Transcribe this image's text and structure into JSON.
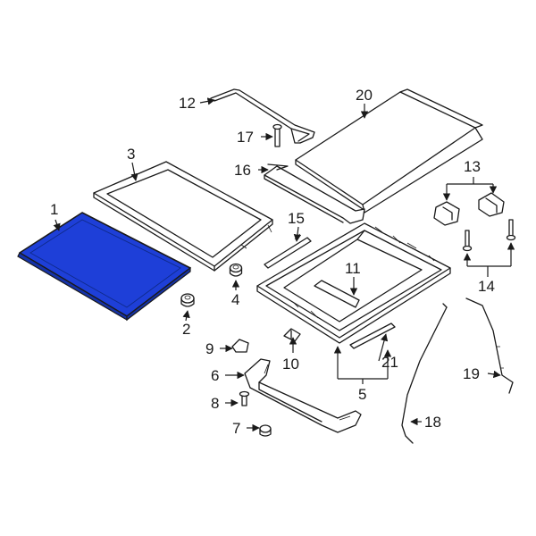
{
  "highlight_color": "#1e3fd8",
  "callouts": {
    "c1": "1",
    "c2": "2",
    "c3": "3",
    "c4": "4",
    "c5": "5",
    "c6": "6",
    "c7": "7",
    "c8": "8",
    "c9": "9",
    "c10": "10",
    "c11": "11",
    "c12": "12",
    "c13": "13",
    "c14": "14",
    "c15": "15",
    "c16": "16",
    "c17": "17",
    "c18": "18",
    "c19": "19",
    "c20": "20",
    "c21": "21"
  }
}
